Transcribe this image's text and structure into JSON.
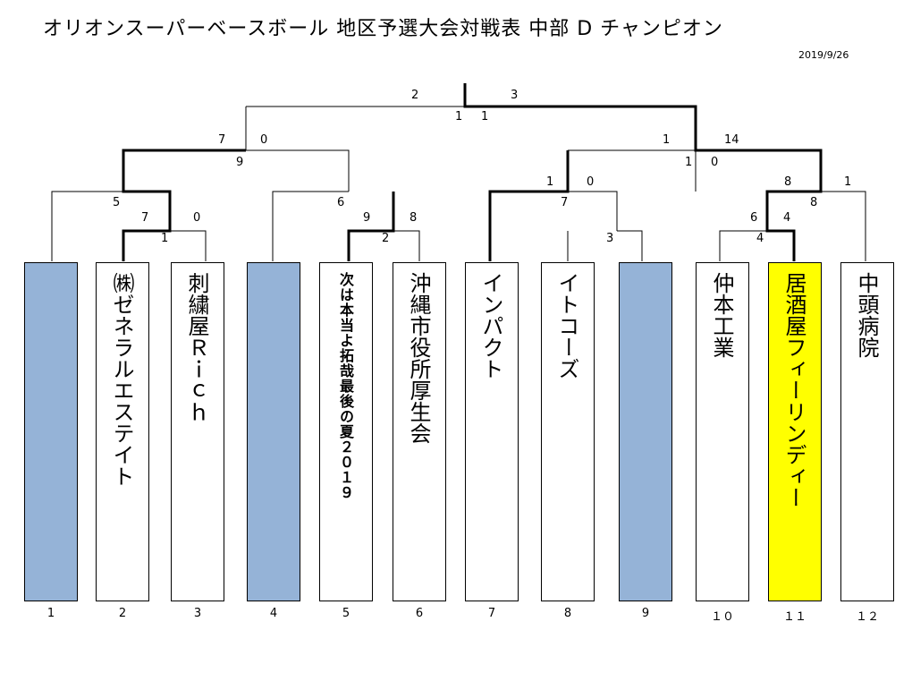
{
  "header": {
    "title": "オリオンスーパーベースボール 地区予選大会対戦表 中部 D チャンピオン",
    "date": "2019/9/26"
  },
  "teams": [
    {
      "no": "1",
      "name": "",
      "state": "empty"
    },
    {
      "no": "2",
      "name": "㈱ゼネラルエステイト",
      "state": "normal"
    },
    {
      "no": "3",
      "name": "刺繍屋Ｒｉｃｈ",
      "state": "normal"
    },
    {
      "no": "4",
      "name": "",
      "state": "empty"
    },
    {
      "no": "5",
      "name": "次は本当よ拓哉最後の夏２０１９",
      "state": "normal"
    },
    {
      "no": "6",
      "name": "沖縄市役所厚生会",
      "state": "normal"
    },
    {
      "no": "7",
      "name": "インパクト",
      "state": "normal"
    },
    {
      "no": "8",
      "name": "イトコーズ",
      "state": "normal"
    },
    {
      "no": "9",
      "name": "",
      "state": "empty"
    },
    {
      "no": "１０",
      "name": "仲本工業",
      "state": "normal"
    },
    {
      "no": "１１",
      "name": "居酒屋フィーリンディー",
      "state": "winner"
    },
    {
      "no": "１２",
      "name": "中頭病院",
      "state": "normal"
    }
  ],
  "scores": {
    "r1_m1_left": "7",
    "r1_m1_right": "0",
    "r1_m1_no": "1",
    "r1_m2_left": "9",
    "r1_m2_right": "8",
    "r1_m2_no": "2",
    "r1_m3_left": "1",
    "r1_m3_right": "0",
    "r1_m3_no": "3",
    "r1_m4_left": "6",
    "r1_m4_right": "4",
    "r1_m4_no": "4",
    "r2_m1_left": "5",
    "r2_m2_left": "6",
    "r2_m3_left": "7",
    "r2_m4_left": "8",
    "r2_m1_right": "",
    "r2_m3_right": "",
    "r2_m4_right": "1",
    "sf_left_top": "7",
    "sf_left_right": "0",
    "sf_left_no": "9",
    "sf_right_top": "1",
    "sf_right_right": "14",
    "sf_right_no": "1",
    "sf_right_no2": "0",
    "final_left": "2",
    "final_right": "3",
    "final_no_left": "1",
    "final_no_right": "1"
  },
  "colors": {
    "empty_fill": "#95b3d7",
    "winner_fill": "#ffff00"
  }
}
